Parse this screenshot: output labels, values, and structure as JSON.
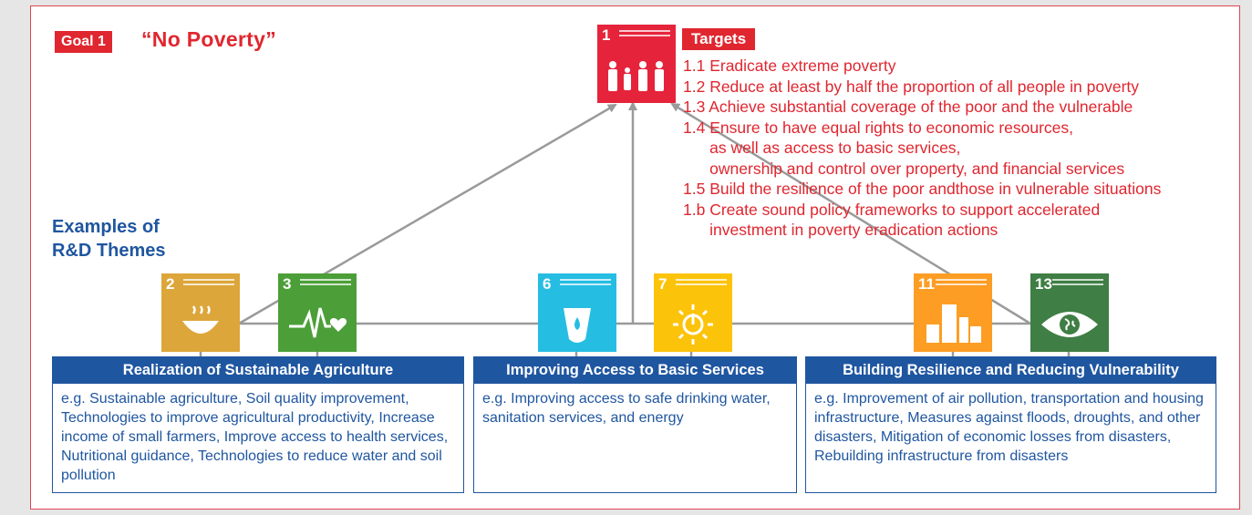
{
  "goal": {
    "tag": "Goal 1",
    "title": "“No Poverty”"
  },
  "examples": {
    "line1": "Examples of",
    "line2": "R&D Themes"
  },
  "targets": {
    "label": "Targets",
    "lines": [
      "1.1 Eradicate extreme poverty",
      "1.2 Reduce at least by half the proportion of all people in poverty",
      "1.3 Achieve substantial coverage of the poor and the vulnerable",
      "1.4 Ensure to have equal rights to economic resources,",
      "      as well as access to basic services,",
      "      ownership and control over property, and financial services",
      "1.5 Build the resilience of the poor andthose in vulnerable situations",
      "1.b Create sound policy frameworks to support accelerated",
      "      investment in poverty eradication actions"
    ]
  },
  "sdgs": [
    {
      "id": "sdg1",
      "num": "1",
      "color": "#e5243b",
      "icon": "family-icon"
    },
    {
      "id": "sdg2",
      "num": "2",
      "color": "#dda63a",
      "icon": "bowl-icon"
    },
    {
      "id": "sdg3",
      "num": "3",
      "color": "#4c9f38",
      "icon": "heartbeat-icon"
    },
    {
      "id": "sdg6",
      "num": "6",
      "color": "#26bde2",
      "icon": "water-drop-icon"
    },
    {
      "id": "sdg7",
      "num": "7",
      "color": "#fcc30b",
      "icon": "sun-power-icon"
    },
    {
      "id": "sdg11",
      "num": "11",
      "color": "#fd9d24",
      "icon": "city-icon"
    },
    {
      "id": "sdg13",
      "num": "13",
      "color": "#3f7e44",
      "icon": "eye-globe-icon"
    }
  ],
  "themes": [
    {
      "title": "Realization of Sustainable Agriculture",
      "body": "e.g. Sustainable agriculture, Soil quality improvement, Technologies to improve agricultural productivity, Increase income of small farmers, Improve access to health services, Nutritional guidance, Technologies to reduce water and soil pollution"
    },
    {
      "title": "Improving Access to Basic Services",
      "body": "e.g. Improving access to safe drinking water, sanitation services, and energy"
    },
    {
      "title": "Building Resilience and Reducing Vulnerability",
      "body": "e.g. Improvement of air pollution, transportation and housing infrastructure, Measures against floods, droughts, and other disasters, Mitigation of economic losses from disasters, Rebuilding infrastructure from disasters"
    }
  ],
  "colors": {
    "red": "#e0262f",
    "blue": "#1f56a0",
    "connector": "#9a9a9a"
  }
}
